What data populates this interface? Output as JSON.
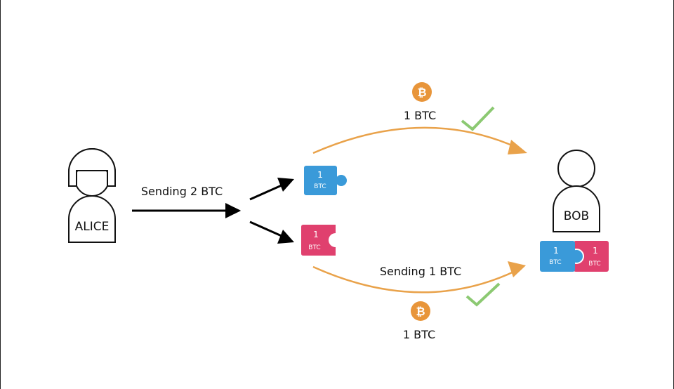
{
  "alice": {
    "label": "ALICE"
  },
  "bob": {
    "label": "BOB"
  },
  "main_arrow": {
    "label": "Sending 2 BTC"
  },
  "blue_piece": {
    "amount": "1",
    "unit": "BTC"
  },
  "pink_piece": {
    "amount": "1",
    "unit": "BTC"
  },
  "top_path": {
    "coin_symbol": "₿",
    "amount_label": "1 BTC"
  },
  "bottom_path": {
    "label": "Sending 1 BTC",
    "coin_symbol": "₿",
    "amount_label": "1 BTC"
  },
  "combined": {
    "left_amount": "1",
    "left_unit": "BTC",
    "right_amount": "1",
    "right_unit": "BTC"
  },
  "colors": {
    "blue": "#3a9ad9",
    "pink": "#e0406e",
    "orange": "#e9a24a",
    "green": "#8cc972",
    "coin": "#e8953a"
  }
}
